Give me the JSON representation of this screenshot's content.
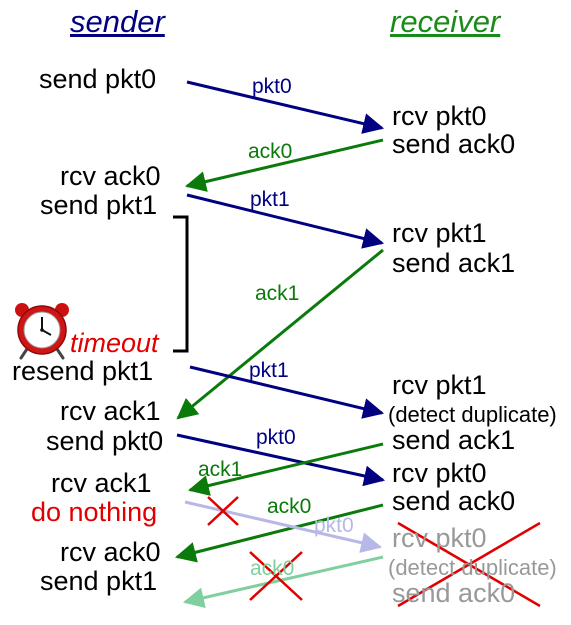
{
  "headers": {
    "sender": "sender",
    "receiver": "receiver"
  },
  "sender_events": {
    "send_pkt0": "send pkt0",
    "rcv_ack0": "rcv ack0",
    "send_pkt1": "send pkt1",
    "timeout": "timeout",
    "resend_pkt1": "resend pkt1",
    "rcv_ack1": "rcv ack1",
    "send_pkt0_b": "send pkt0",
    "rcv_ack1_b": "rcv ack1",
    "do_nothing": "do nothing",
    "rcv_ack0_b": "rcv ack0",
    "send_pkt1_b": "send pkt1"
  },
  "receiver_events": {
    "rcv_pkt0": "rcv pkt0",
    "send_ack0": "send ack0",
    "rcv_pkt1": "rcv pkt1",
    "send_ack1": "send ack1",
    "rcv_pkt1_b": "rcv pkt1",
    "detect_dup": "(detect duplicate)",
    "send_ack1_b": "send ack1",
    "rcv_pkt0_b": "rcv pkt0",
    "send_ack0_b": "send ack0",
    "rcv_pkt0_c": "rcv pkt0",
    "detect_dup_b": "(detect duplicate)",
    "send_ack0_c": "send ack0"
  },
  "arrow_labels": {
    "pkt0_1": "pkt0",
    "ack0_1": "ack0",
    "pkt1_1": "pkt1",
    "ack1_1": "ack1",
    "pkt1_2": "pkt1",
    "pkt0_2": "pkt0",
    "ack1_2": "ack1",
    "ack0_2": "ack0",
    "pkt0_3": "pkt0",
    "ack0_3": "ack0"
  },
  "colors": {
    "packet": "#000080",
    "ack": "#0a7a0a",
    "packet_faded": "#b8b8e8",
    "ack_faded": "#7fcf9f",
    "cross": "#e00000",
    "timer_bracket": "#000000"
  },
  "icons": {
    "timer": "alarm-clock-icon"
  }
}
